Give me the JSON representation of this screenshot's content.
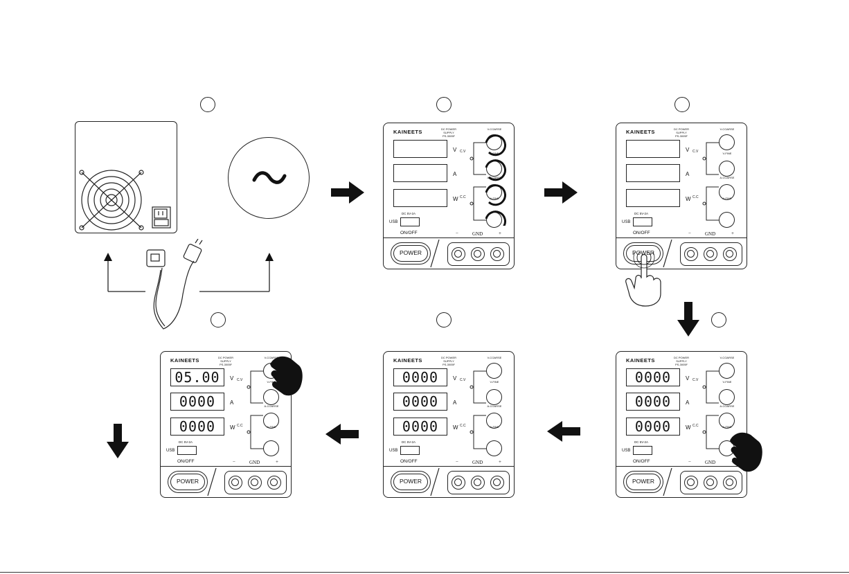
{
  "step_markers": [
    "",
    "",
    "",
    "",
    "",
    ""
  ],
  "ac_symbol": "~",
  "panel": {
    "brand": "KAINEETS",
    "model_line1": "DC POWER SUPPLY",
    "model_line2": "PS-3005F",
    "unit_v": "V",
    "unit_a": "A",
    "unit_w": "W",
    "knob_vcoarse": "V-COARSE",
    "knob_vfine": "V-FINE",
    "knob_acoarse": "A-COARSE",
    "knob_afine": "A-FINE",
    "cv": "C.V",
    "cc": "C.C",
    "dc_label": "DC 5V-2A",
    "usb": "USB",
    "onoff": "ON/OFF",
    "minus": "−",
    "gnd": "GND",
    "plus": "+",
    "power": "POWER"
  },
  "panels": [
    {
      "id": "step2",
      "displays": [
        "",
        "",
        ""
      ]
    },
    {
      "id": "step3",
      "displays": [
        "",
        "",
        ""
      ]
    },
    {
      "id": "step4",
      "displays": [
        "0000",
        "0000",
        "0000"
      ]
    },
    {
      "id": "step5",
      "displays": [
        "0000",
        "0000",
        "0000"
      ]
    },
    {
      "id": "step6",
      "displays": [
        "05.00",
        "0000",
        "0000"
      ]
    }
  ],
  "arrow_icons": [
    "arrow-right-icon",
    "arrow-right-icon",
    "arrow-down-icon",
    "arrow-left-icon",
    "arrow-left-icon",
    "arrow-down-icon"
  ]
}
